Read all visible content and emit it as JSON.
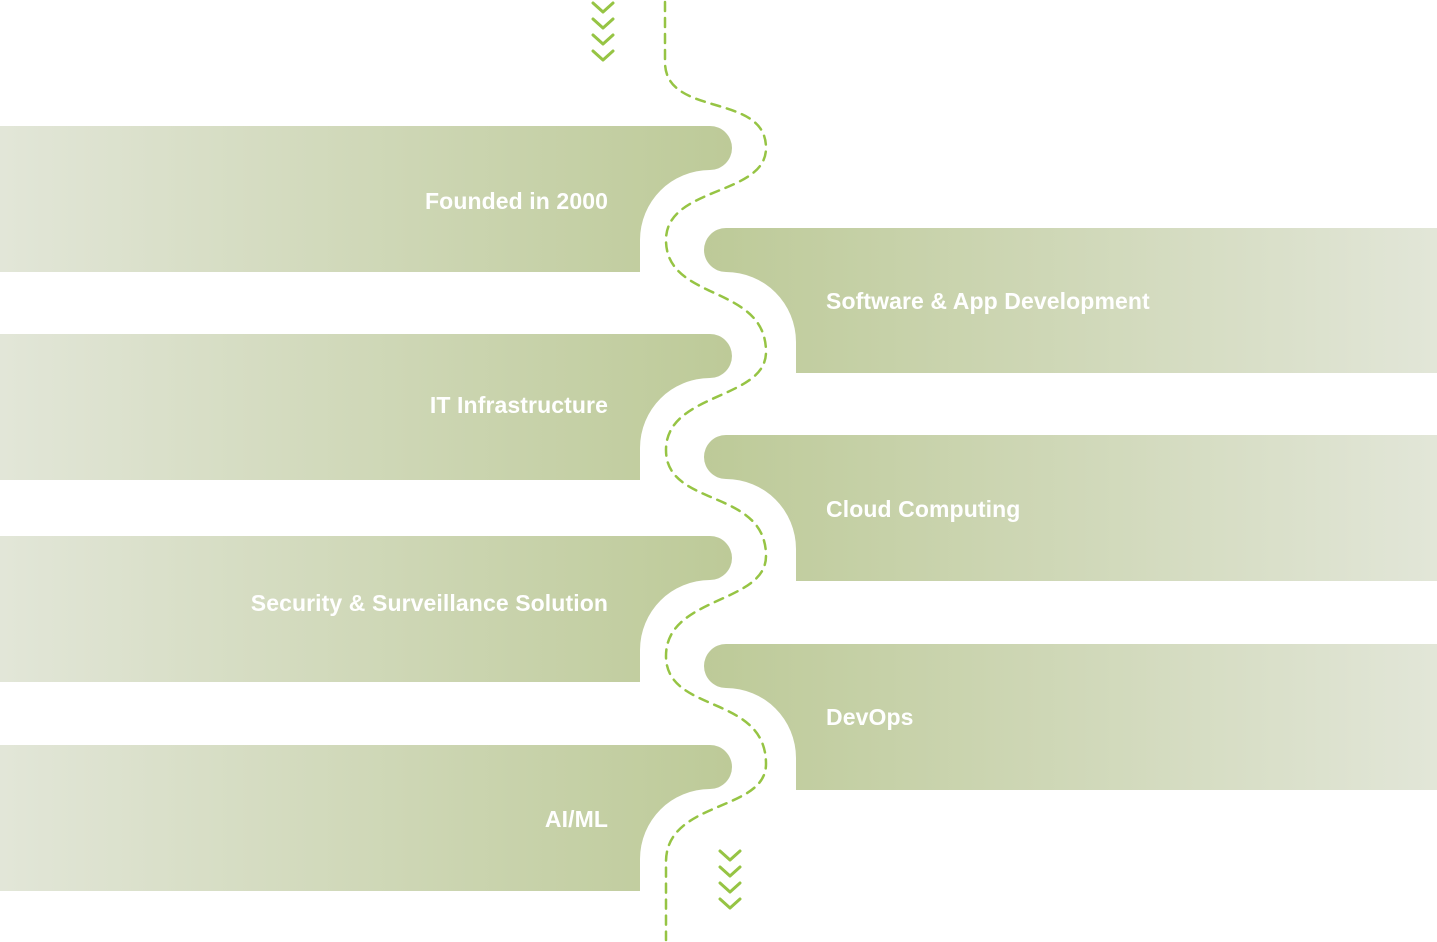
{
  "colors": {
    "band_strong": "#bdca98",
    "band_faint": "#e2e6d8",
    "path_dash": "#96c444",
    "chevron": "#96c444",
    "label_text": "#ffffff",
    "background": "#ffffff"
  },
  "milestones": {
    "left": [
      {
        "label": "Founded in 2000"
      },
      {
        "label": "IT Infrastructure"
      },
      {
        "label": "Security & Surveillance Solution"
      },
      {
        "label": "AI/ML"
      }
    ],
    "right": [
      {
        "label": "Software & App Development"
      },
      {
        "label": "Cloud Computing"
      },
      {
        "label": "DevOps"
      }
    ]
  },
  "icons": {
    "top_arrows": "chevron-down-icon",
    "bottom_arrows": "chevron-down-icon"
  }
}
